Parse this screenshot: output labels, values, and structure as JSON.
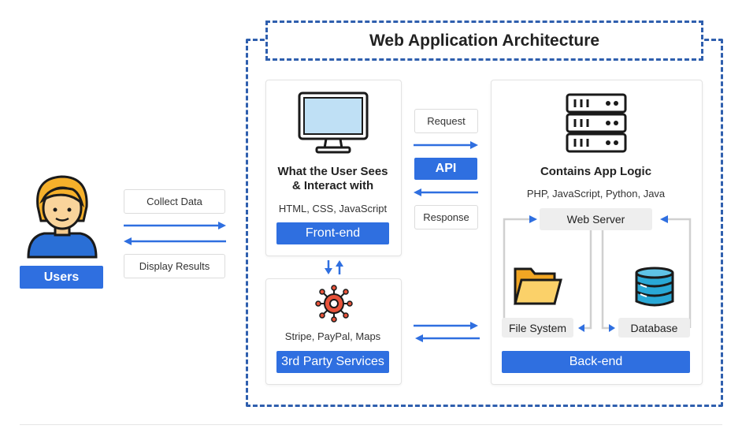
{
  "title": "Web Application Architecture",
  "users": {
    "label": "Users"
  },
  "left_flow": {
    "collect": "Collect Data",
    "display": "Display Results"
  },
  "frontend": {
    "heading_line1": "What the User Sees",
    "heading_line2": "& Interact with",
    "tech": "HTML, CSS, JavaScript",
    "label": "Front-end"
  },
  "api_flow": {
    "request": "Request",
    "api": "API",
    "response": "Response"
  },
  "backend": {
    "heading": "Contains App Logic",
    "tech": "PHP, JavaScript, Python, Java",
    "web_server": "Web Server",
    "file_system": "File System",
    "database": "Database",
    "label": "Back-end"
  },
  "third_party": {
    "tech": "Stripe, PayPal, Maps",
    "label": "3rd Party Services"
  },
  "colors": {
    "accent": "#2f6fe0",
    "dash": "#2f5fae",
    "arrow": "#2f6fe0"
  },
  "icons": [
    "person-icon",
    "monitor-icon",
    "server-icon",
    "gear-icon",
    "folder-icon",
    "database-icon"
  ]
}
